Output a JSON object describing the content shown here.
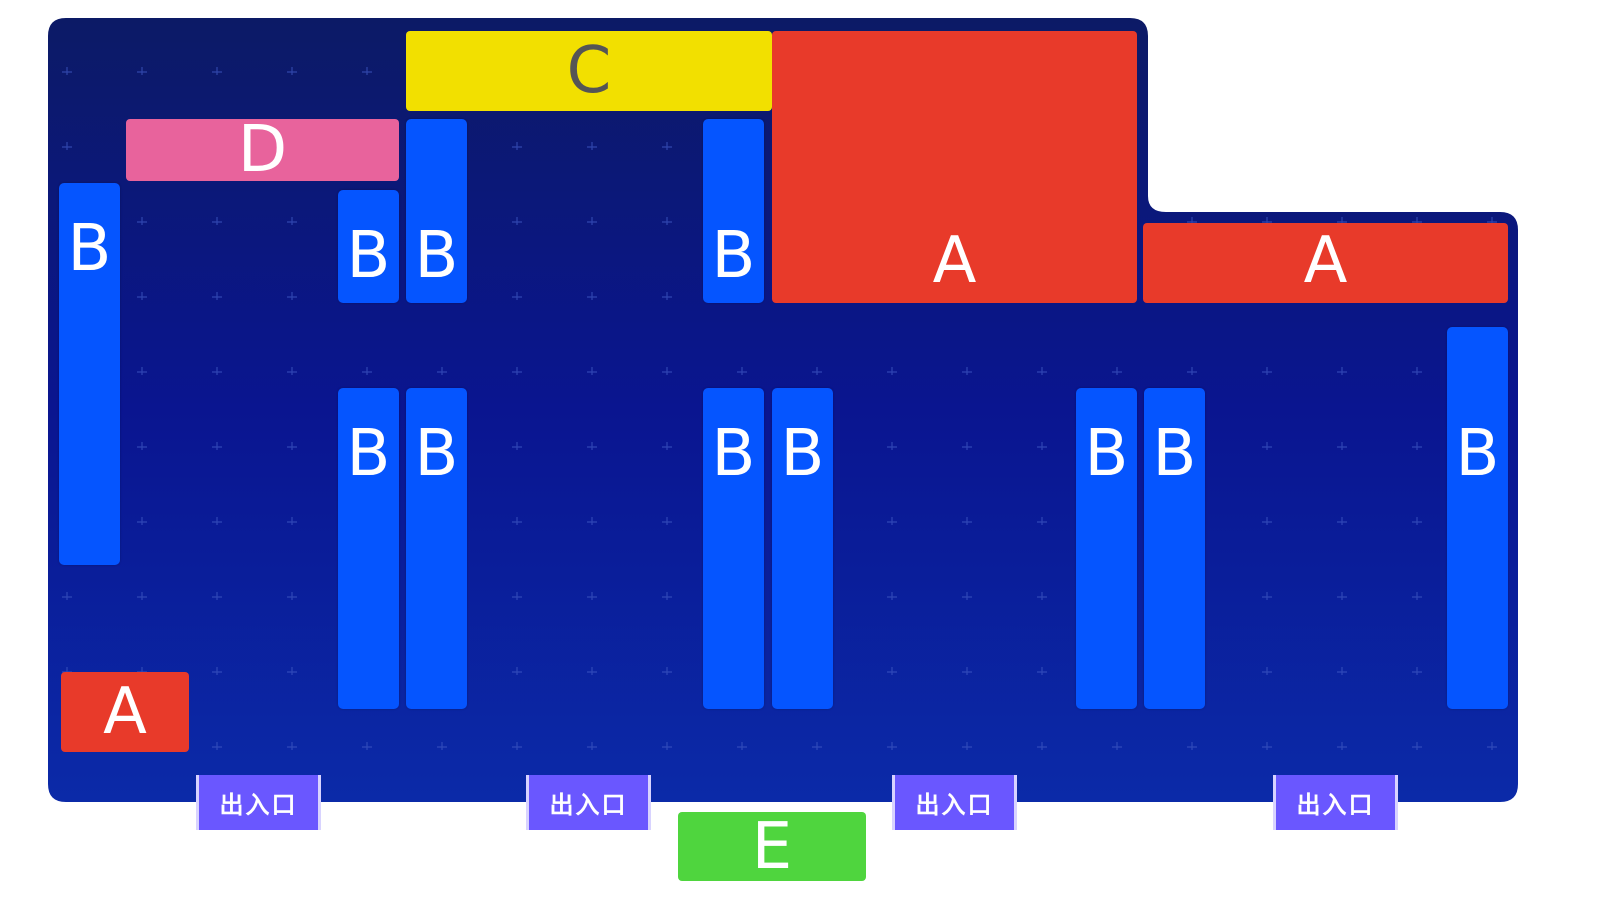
{
  "zones": {
    "a_large": "A",
    "a_wide": "A",
    "a_small": "A",
    "b": "B",
    "c": "C",
    "d": "D",
    "e": "E"
  },
  "entrances": [
    "出入口",
    "出入口",
    "出入口",
    "出入口"
  ],
  "colors": {
    "floor_top": "#0c1a66",
    "floor_bottom": "#0a1fa0",
    "zone_a": "#e83a2a",
    "zone_b": "#0555ff",
    "zone_c": "#f2e000",
    "zone_d": "#e8639c",
    "zone_e": "#4fd53e",
    "entrance": "#6a57ff"
  }
}
